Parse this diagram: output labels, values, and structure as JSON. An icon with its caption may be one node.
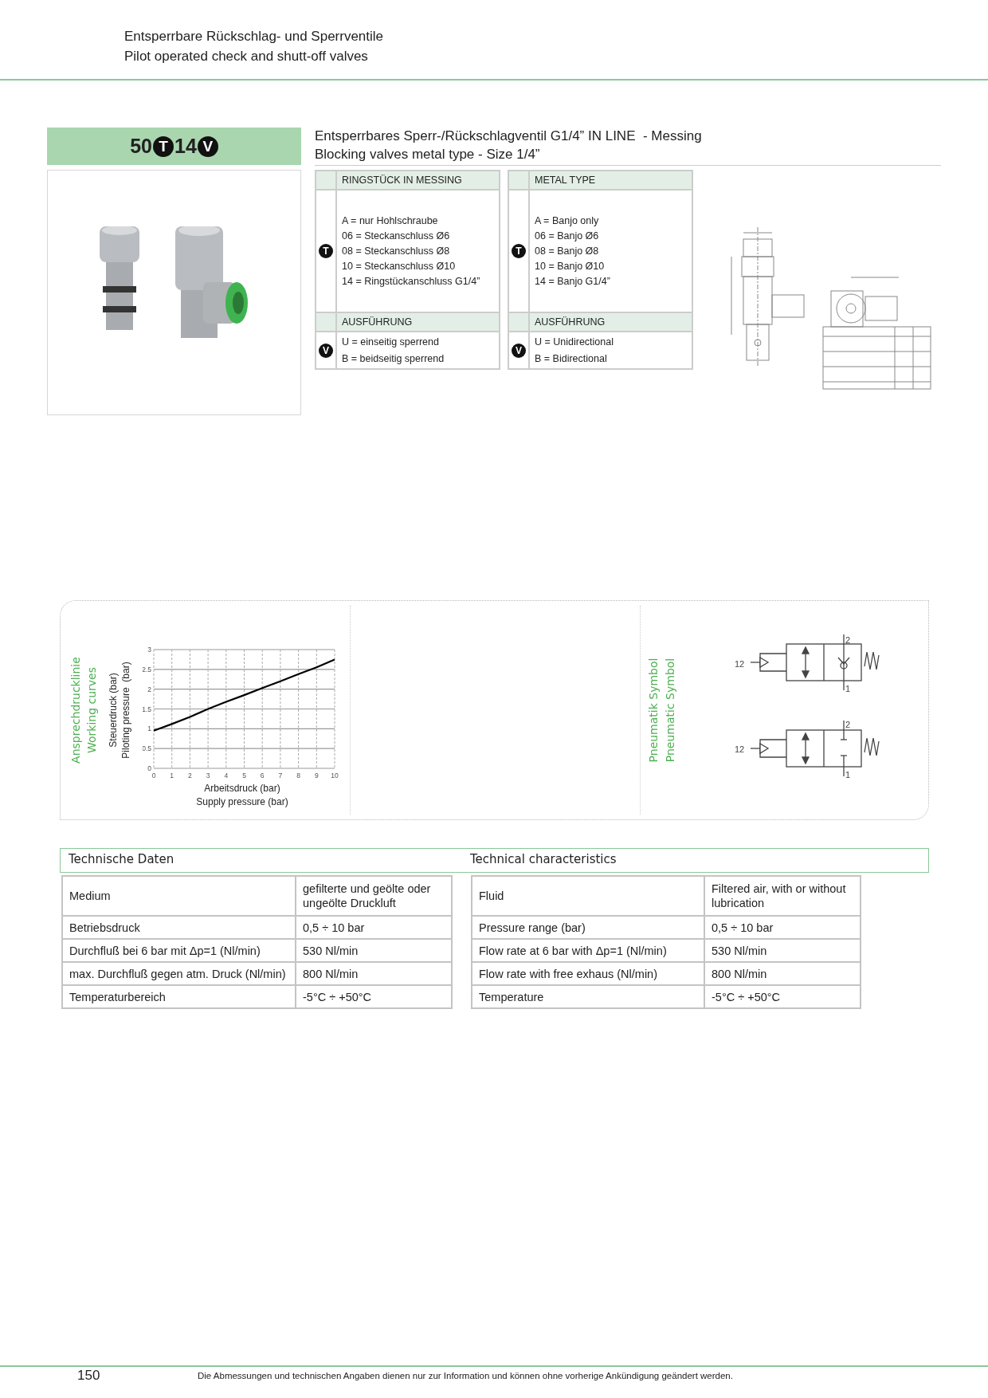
{
  "diagram": {
    "labels": [
      "Entsperrbare Rückschlag- und Sperrventile",
      "Pilot operated check and shutt-off valves",
      "50",
      "T",
      "14",
      "V",
      "Entsperrbares Sperr-/Rückschlagventil G1/4” IN LINE  - Messing",
      "Blocking valves metal type - Size 1/4”",
      "RINGSTÜCK IN MESSING",
      "T",
      "A = nur Hohlschraube",
      "06 = Steckanschluss Ø6",
      "08 = Steckanschluss Ø8",
      "10 = Steckanschluss Ø10",
      "14 = Ringstückanschluss G1/4”",
      "AUSFÜHRUNG",
      "V",
      "U = einseitig sperrend",
      "B = beidseitig sperrend",
      "METAL TYPE",
      "T",
      "A = Banjo only",
      "06 = Banjo Ø6",
      "08 = Banjo Ø8",
      "10 = Banjo Ø10",
      "14 = Banjo G1/4”",
      "AUSFÜHRUNG",
      "V",
      "U = Unidirectional",
      "B = Bidirectional",
      "Ansprechdrucklinie",
      "Working curves",
      "Steuerdruck (bar)",
      "Piloting pressure  (bar)",
      "Arbeitsdruck (bar)",
      "Supply pressure (bar)",
      "Pneumatik Symbol",
      "Pneumatic Symbol",
      "12",
      "2",
      "1",
      "12",
      "2",
      "1",
      "Technische Daten",
      "Technical characteristics",
      "Medium",
      "gefilterte und geölte oder ungeölte Druckluft",
      "Betriebsdruck",
      "0,5 ÷ 10 bar",
      "Durchfluß bei 6 bar mit Δp=1 (Nl/min)",
      "530 Nl/min",
      "max. Durchfluß gegen atm. Druck (Nl/min)",
      "800 Nl/min",
      "Temperaturbereich",
      "-5°C ÷ +50°C",
      "Fluid",
      "Filtered air, with or without lubrication",
      "Pressure range (bar)",
      "0,5 ÷ 10 bar",
      "Flow rate at 6 bar with Δp=1 (Nl/min)",
      "530 Nl/min",
      "Flow rate with free exhaus (Nl/min)",
      "800 Nl/min",
      "Temperature",
      "-5°C ÷ +50°C",
      "150",
      "Die Abmessungen und technischen Angaben dienen nur zur Information und können ohne vorherige Ankündigung geändert werden."
    ],
    "chart_data": {
      "type": "line",
      "x": [
        0,
        1,
        2,
        3,
        4,
        5,
        6,
        7,
        8,
        9,
        10
      ],
      "series": [
        {
          "color": "#000000",
          "values": [
            0.95,
            1.12,
            1.3,
            1.5,
            1.68,
            1.85,
            2.03,
            2.2,
            2.38,
            2.55,
            2.75
          ]
        }
      ],
      "grid": true,
      "xlim": [
        0,
        10
      ],
      "ylim": [
        0,
        3
      ],
      "xticks": [
        0,
        1,
        2,
        3,
        4,
        5,
        6,
        7,
        8,
        9,
        10
      ],
      "yticks": [
        0,
        0.5,
        1,
        1.5,
        2,
        2.5,
        3
      ]
    }
  }
}
